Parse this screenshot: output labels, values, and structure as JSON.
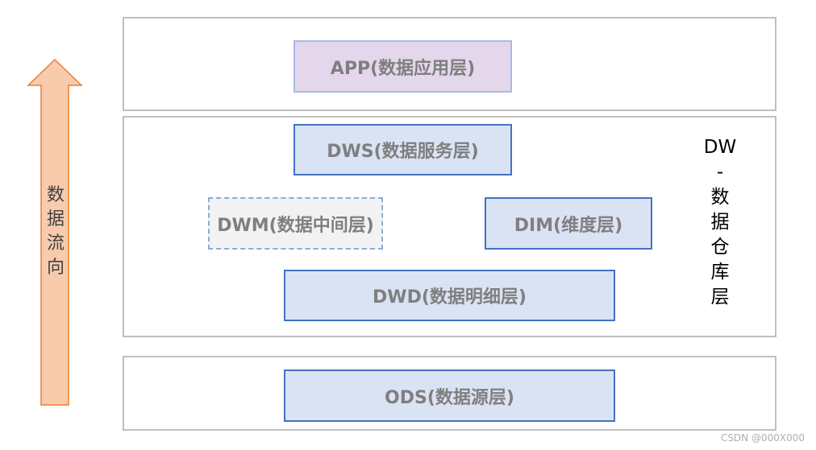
{
  "arrow": {
    "label": "数据流向",
    "fill": "#f8cbad",
    "stroke": "#ed7d31"
  },
  "layers": {
    "app": "APP(数据应用层)",
    "dws": "DWS(数据服务层)",
    "dwm": "DWM(数据中间层)",
    "dim": "DIM(维度层)",
    "dwd": "DWD(数据明细层)",
    "ods": "ODS(数据源层)"
  },
  "dw_group": {
    "title": "DW",
    "dash": "-",
    "chars": [
      "数",
      "据",
      "仓",
      "库",
      "层"
    ]
  },
  "watermark": "CSDN @000X000",
  "colors": {
    "layer_fill": "#dae3f3",
    "layer_border": "#4472c4",
    "app_fill": "#e4d7ec",
    "dwm_fill": "#f2f2f2",
    "frame_border": "#bfbfbf",
    "text_gray": "#7f7f7f"
  }
}
